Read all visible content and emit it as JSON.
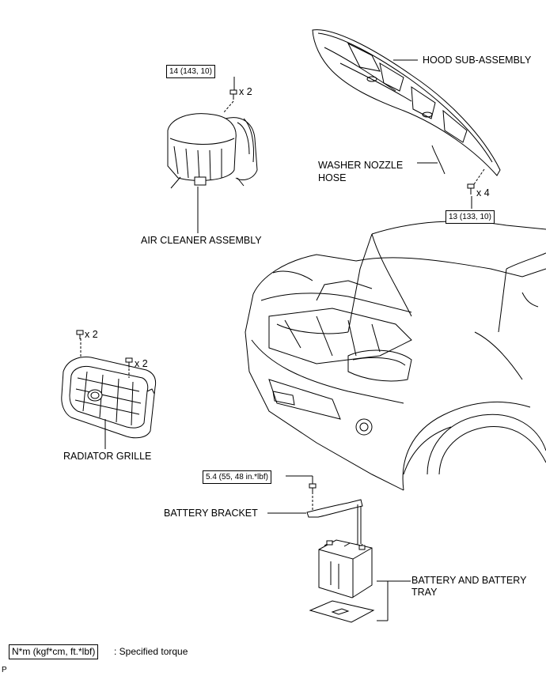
{
  "labels": {
    "hood": "HOOD SUB-ASSEMBLY",
    "washer_line1": "WASHER NOZZLE",
    "washer_line2": "HOSE",
    "air_cleaner": "AIR CLEANER ASSEMBLY",
    "radiator_grille": "RADIATOR GRILLE",
    "battery_bracket": "BATTERY BRACKET",
    "battery_line1": "BATTERY AND BATTERY",
    "battery_line2": "TRAY"
  },
  "torques": {
    "air_cleaner": "14 (143, 10)",
    "hood": "13 (133, 10)",
    "battery_bracket": "5.4 (55, 48 in.*lbf)"
  },
  "quantities": {
    "air_cleaner_bolts": "x 2",
    "hood_bolts": "x 4",
    "grille_bolts_left": "x 2",
    "grille_bolts_right": "x 2"
  },
  "legend": {
    "unit_box": "N*m (kgf*cm, ft.*lbf)",
    "description": ": Specified torque"
  },
  "corner_mark": "P"
}
